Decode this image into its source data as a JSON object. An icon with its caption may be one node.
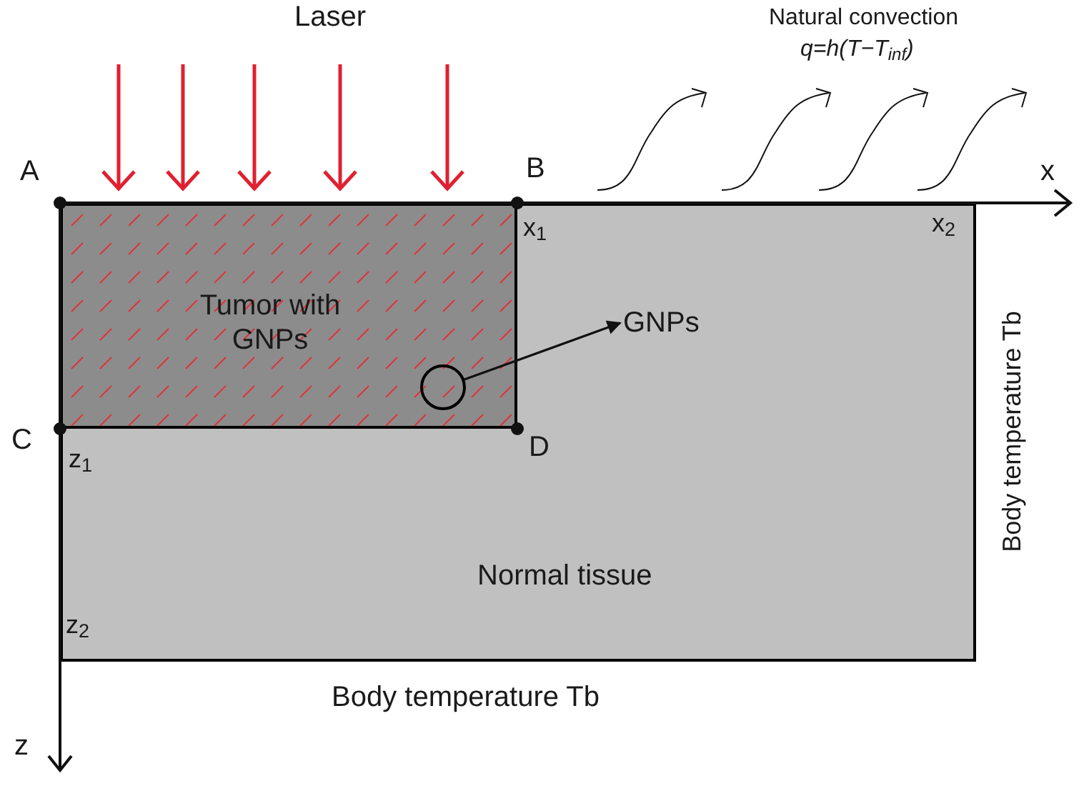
{
  "diagram": {
    "nodes": [
      {
        "text": [
          "Normal tissue"
        ]
      },
      {
        "text": [
          "Tumor with GNPs"
        ],
        "in": 0
      },
      {
        "text": [],
        "shape": "circle",
        "in": 1
      },
      {
        "text": [
          "GNPs"
        ],
        "in": 0
      }
    ],
    "edges": [
      {
        "from": 2,
        "to": 3,
        "arrow": "to"
      }
    ],
    "labels": [
      "Laser",
      "Natural convection",
      "q=h(T−T$_{inf}$)",
      "A",
      "B",
      "x",
      "x$_{1}$",
      "x$_{2}$",
      "C",
      "z$_{1}$",
      "D",
      "Body temperature Tb",
      "z$_{2}$",
      "Body temperature Tb",
      "z"
    ]
  }
}
